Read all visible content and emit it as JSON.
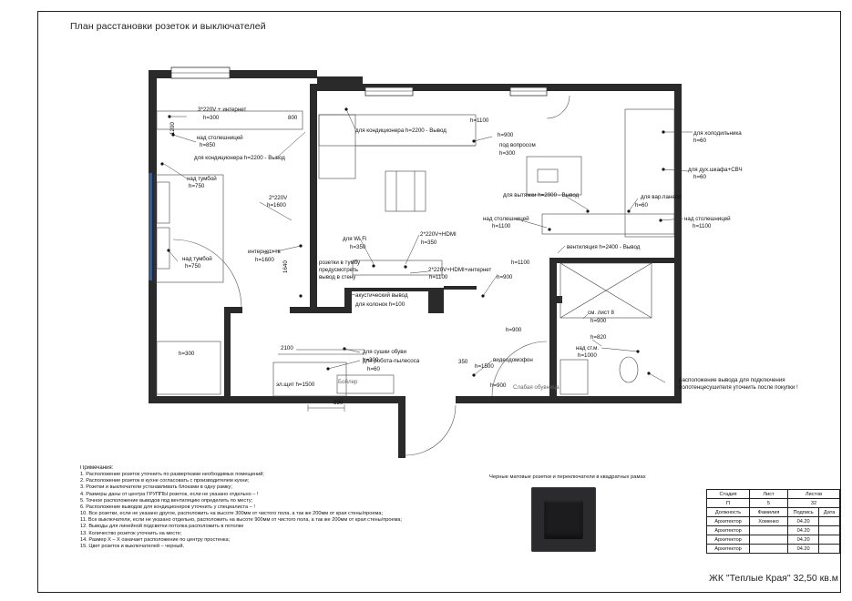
{
  "title": "План расстановки розеток и выключателей",
  "plan": {
    "labels": [
      {
        "id": "l1",
        "text": "3*220V + интернет"
      },
      {
        "id": "l2",
        "text": "h=300"
      },
      {
        "id": "l3",
        "text": "над столешницей"
      },
      {
        "id": "l4",
        "text": "h=850"
      },
      {
        "id": "l5",
        "text": "для кондиционера h=2200 -  Вывод"
      },
      {
        "id": "l6",
        "text": "над тумбой"
      },
      {
        "id": "l7",
        "text": "h=750"
      },
      {
        "id": "l8",
        "text": "2*220V"
      },
      {
        "id": "l9",
        "text": "h=1600"
      },
      {
        "id": "l10",
        "text": "интернет+тв"
      },
      {
        "id": "l11",
        "text": "h=1600"
      },
      {
        "id": "l12",
        "text": "над тумбой"
      },
      {
        "id": "l13",
        "text": "h=750"
      },
      {
        "id": "l14",
        "text": "для кондиционера h=2200 -  Вывод"
      },
      {
        "id": "l15",
        "text": "h=900"
      },
      {
        "id": "l16",
        "text": "под вопросом"
      },
      {
        "id": "l17",
        "text": "h=300"
      },
      {
        "id": "l18",
        "text": "для холодильника"
      },
      {
        "id": "l19",
        "text": "h=60"
      },
      {
        "id": "l20",
        "text": "для дух.шкафа+СВЧ"
      },
      {
        "id": "l21",
        "text": "h=60"
      },
      {
        "id": "l22",
        "text": "для вытяжки h=2000 -  Вывод"
      },
      {
        "id": "l23",
        "text": "для вар.панели"
      },
      {
        "id": "l24",
        "text": "h=60"
      },
      {
        "id": "l25",
        "text": "над столешницей"
      },
      {
        "id": "l26",
        "text": "h=1100"
      },
      {
        "id": "l27",
        "text": "над столешницей"
      },
      {
        "id": "l28",
        "text": "h=1100"
      },
      {
        "id": "l29",
        "text": "вентиляция h=2400 -  Вывод"
      },
      {
        "id": "l30",
        "text": "для Wi Fi"
      },
      {
        "id": "l31",
        "text": "h=350"
      },
      {
        "id": "l32",
        "text": "2*220V+HDMI"
      },
      {
        "id": "l33",
        "text": "h=350"
      },
      {
        "id": "l34",
        "text": "розетки в тумбу"
      },
      {
        "id": "l35",
        "text": "предусмотреть"
      },
      {
        "id": "l36",
        "text": "вывод в стену"
      },
      {
        "id": "l37",
        "text": "2*220V+HDMI+интернет"
      },
      {
        "id": "l38",
        "text": "h=1100"
      },
      {
        "id": "l39",
        "text": "h=1100"
      },
      {
        "id": "l40",
        "text": "h=900"
      },
      {
        "id": "l41",
        "text": "акустический вывод"
      },
      {
        "id": "l42",
        "text": "для колонок h=100"
      },
      {
        "id": "l43",
        "text": "h=900"
      },
      {
        "id": "l44",
        "text": "см. лист 8"
      },
      {
        "id": "l45",
        "text": "h=900"
      },
      {
        "id": "l46",
        "text": "h=820"
      },
      {
        "id": "l47",
        "text": "над ст.м."
      },
      {
        "id": "l48",
        "text": "h=1000"
      },
      {
        "id": "l49",
        "text": "h=300"
      },
      {
        "id": "l50",
        "text": "2100"
      },
      {
        "id": "l51",
        "text": "для сушки обуви"
      },
      {
        "id": "l52",
        "text": "h=300"
      },
      {
        "id": "l53",
        "text": "для робота-пылесоса"
      },
      {
        "id": "l54",
        "text": "h=60"
      },
      {
        "id": "l55",
        "text": "эл.щит h=1500"
      },
      {
        "id": "l56",
        "text": "330"
      },
      {
        "id": "l57",
        "text": "350"
      },
      {
        "id": "l58",
        "text": "h=1500"
      },
      {
        "id": "l59",
        "text": "видеодомофон"
      },
      {
        "id": "l60",
        "text": "h=900"
      },
      {
        "id": "l61",
        "text": "расположение вывода для подключения"
      },
      {
        "id": "l62",
        "text": "полотенцесушителя уточнить после покупки !"
      },
      {
        "id": "l63",
        "text": "1200"
      },
      {
        "id": "l64",
        "text": "1640"
      },
      {
        "id": "l65",
        "text": "800"
      },
      {
        "id": "l66",
        "text": "h=1100"
      },
      {
        "id": "l67",
        "text": "Бойлер"
      },
      {
        "id": "l68",
        "text": "Слабая обувница"
      }
    ]
  },
  "notes": {
    "heading": "Примечания:",
    "items": [
      "1. Расположение розеток уточнить по развертками необходимых помещений;",
      "2. Расположение розеток в кухне согласовать с производителем кухни;",
      "3. Розетки и выключатели устанавливать блоками в одну рамку;",
      "4. Размеры даны от центра ГРУППЫ розеток, если не указано отдельно – !",
      "5. Точное расположение выводов под вентиляцию определить по месту;",
      "6. Расположение выводов для кондиционеров уточнить у специалиста – !",
      "10. Все розетки, если не указано другое, расположить на высоте 300мм от чистого пола, а так же 200мм от края стены/проема;",
      "11. Все выключатели, если не указано отдельно, расположить на высоте 900мм от чистого пола, а так же 200мм от края стены/проема;",
      "12. Выводы для линейной подсветки потолка расположить в потолке",
      "13. Количество розеток уточнить на месте;",
      "14. Размер Х – Х означает расположение по центру простенка;",
      "15. Цвет розеток и выключателей – черный."
    ]
  },
  "sample": {
    "caption": "Черные матовые розетки и переключатели в квадратных рамах"
  },
  "stamp": {
    "headers": [
      "Стадия",
      "Лист",
      "Листов"
    ],
    "values": [
      "П",
      "5",
      "32"
    ],
    "sig_headers": [
      "Должность",
      "Фамилия",
      "Подпись",
      "Дата"
    ],
    "rows": [
      {
        "role": "Архитектор",
        "name": "Хоменко",
        "sig": "04.20",
        "date": ""
      },
      {
        "role": "Архитектор",
        "name": "",
        "sig": "04.20",
        "date": ""
      },
      {
        "role": "Архитектор",
        "name": "",
        "sig": "04.20",
        "date": ""
      },
      {
        "role": "Архитектор",
        "name": "",
        "sig": "04.20",
        "date": ""
      }
    ]
  },
  "project": "ЖК \"Теплые Края\" 32,50 кв.м",
  "colors": {
    "wall": "#2a2a2a",
    "line": "#333333",
    "accent_bed": "#3a5a8a",
    "switch": "#2b2b2d"
  }
}
